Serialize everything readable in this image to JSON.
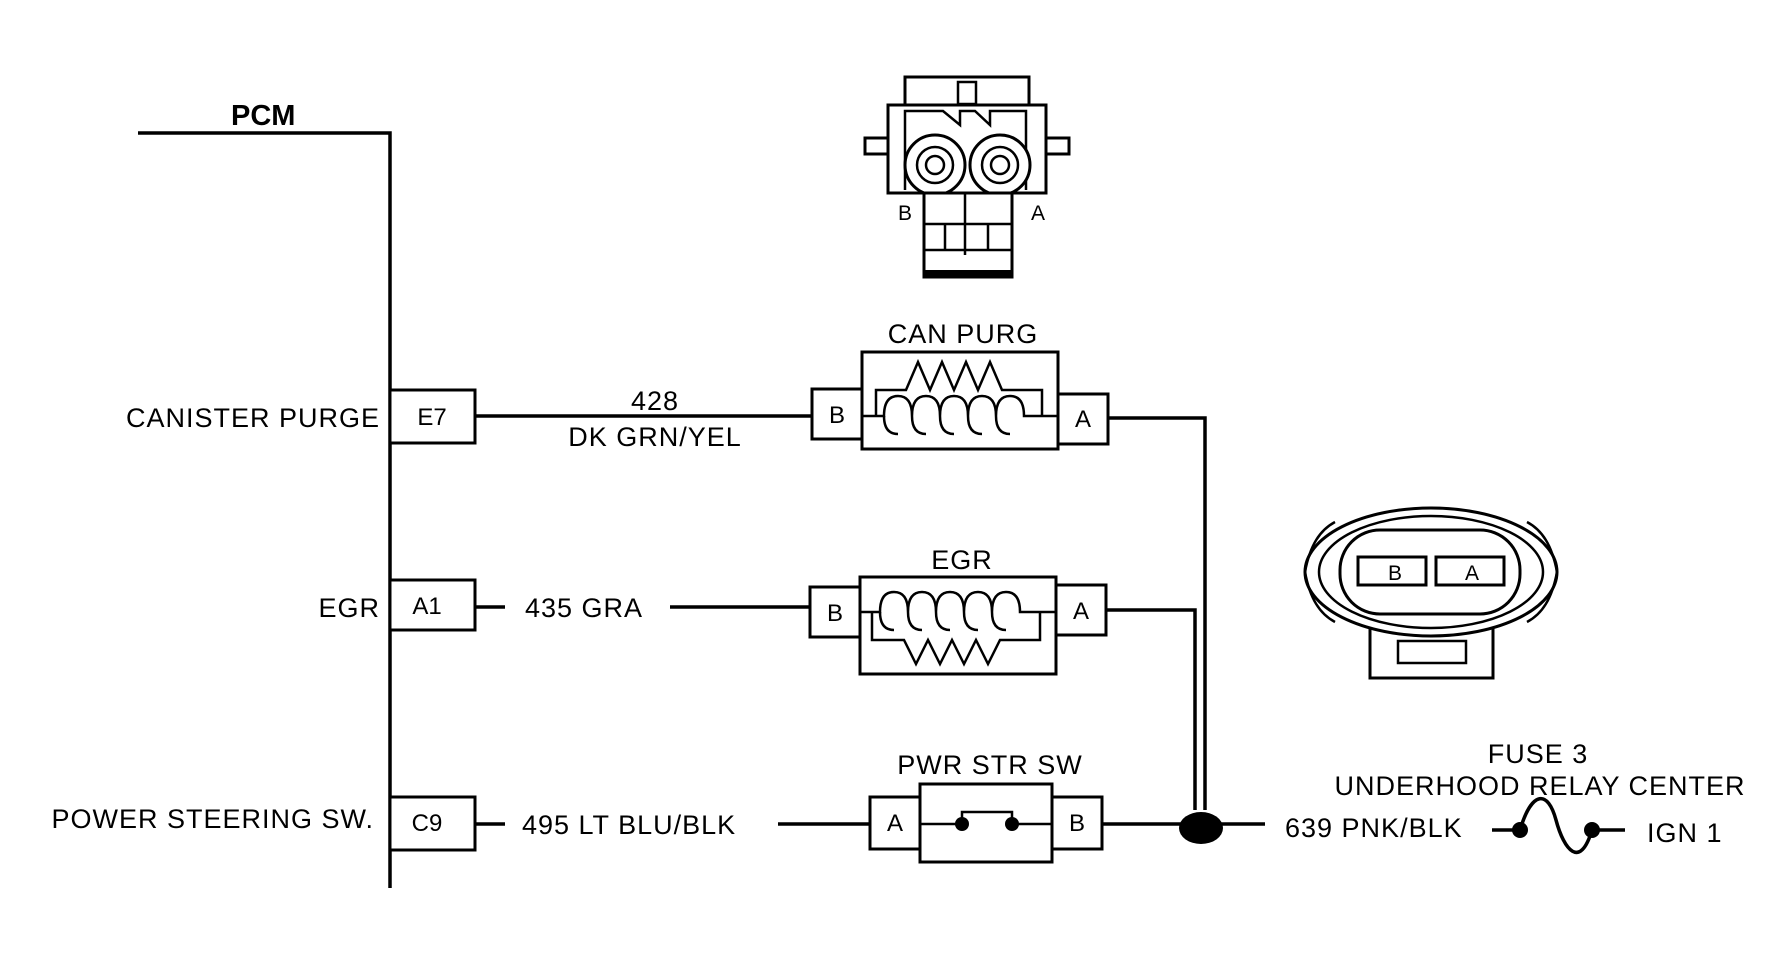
{
  "pcm": {
    "title": "PCM",
    "circuits": [
      {
        "name": "CANISTER PURGE",
        "pin": "E7",
        "wire_top": "428",
        "wire_bottom": "DK GRN/YEL"
      },
      {
        "name": "EGR",
        "pin": "A1",
        "wire": "435 GRA"
      },
      {
        "name": "POWER STEERING SW.",
        "pin": "C9",
        "wire": "495 LT BLU/BLK"
      }
    ]
  },
  "components": {
    "can_purg": {
      "title": "CAN PURG",
      "pin_left": "B",
      "pin_right": "A"
    },
    "egr": {
      "title": "EGR",
      "pin_left": "B",
      "pin_right": "A"
    },
    "pwr_str_sw": {
      "title": "PWR STR SW",
      "pin_left": "A",
      "pin_right": "B"
    }
  },
  "connectors": {
    "top": {
      "pin_left": "B",
      "pin_right": "A"
    },
    "right": {
      "pin_left": "B",
      "pin_right": "A"
    }
  },
  "feed": {
    "wire": "639 PNK/BLK",
    "fuse_line1": "FUSE 3",
    "fuse_line2": "UNDERHOOD RELAY CENTER",
    "source": "IGN 1"
  }
}
